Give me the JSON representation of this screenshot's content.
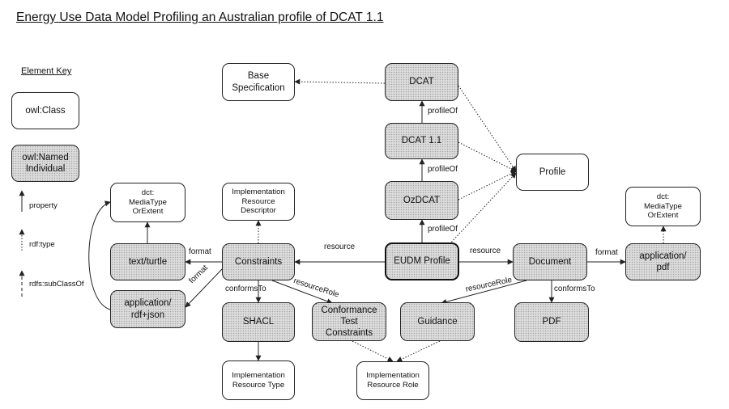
{
  "title": "Energy Use Data Model Profiling an Australian profile of DCAT 1.1",
  "key": {
    "title": "Element Key",
    "class_label": "owl:Class",
    "individual_label": "owl:Named\nIndividual",
    "property_label": "property",
    "rdftype_label": "rdf:type",
    "subclass_label": "rdfs:subClassOf"
  },
  "nodes": {
    "base_spec": "Base\nSpecification",
    "dcat": "DCAT",
    "dcat11": "DCAT 1.1",
    "profile": "Profile",
    "ozdcat": "OzDCAT",
    "eudm": "EUDM Profile",
    "constraints": "Constraints",
    "document": "Document",
    "impl_desc": "Implementation\nResource\nDescriptor",
    "mediatype_left": "dct:\nMediaType\nOrExtent",
    "mediatype_right": "dct:\nMediaType\nOrExtent",
    "text_turtle": "text/turtle",
    "rdf_json": "application/\nrdf+json",
    "app_pdf": "application/\npdf",
    "shacl": "SHACL",
    "conf_test": "Conformance\nTest\nConstraints",
    "guidance": "Guidance",
    "pdf": "PDF",
    "impl_type": "Implementation\nResource Type",
    "impl_role": "Implementation\nResource Role"
  },
  "edges": {
    "profile_of_1": "profileOf",
    "profile_of_2": "profileOf",
    "profile_of_3": "profileOf",
    "resource_left": "resource",
    "resource_right": "resource",
    "format_turtle": "format",
    "format_json": "format",
    "format_pdf": "format",
    "conforms_to_left": "conformsTo",
    "conforms_to_right": "conformsTo",
    "resource_role_left": "resourceRole",
    "resource_role_right": "resourceRole"
  }
}
